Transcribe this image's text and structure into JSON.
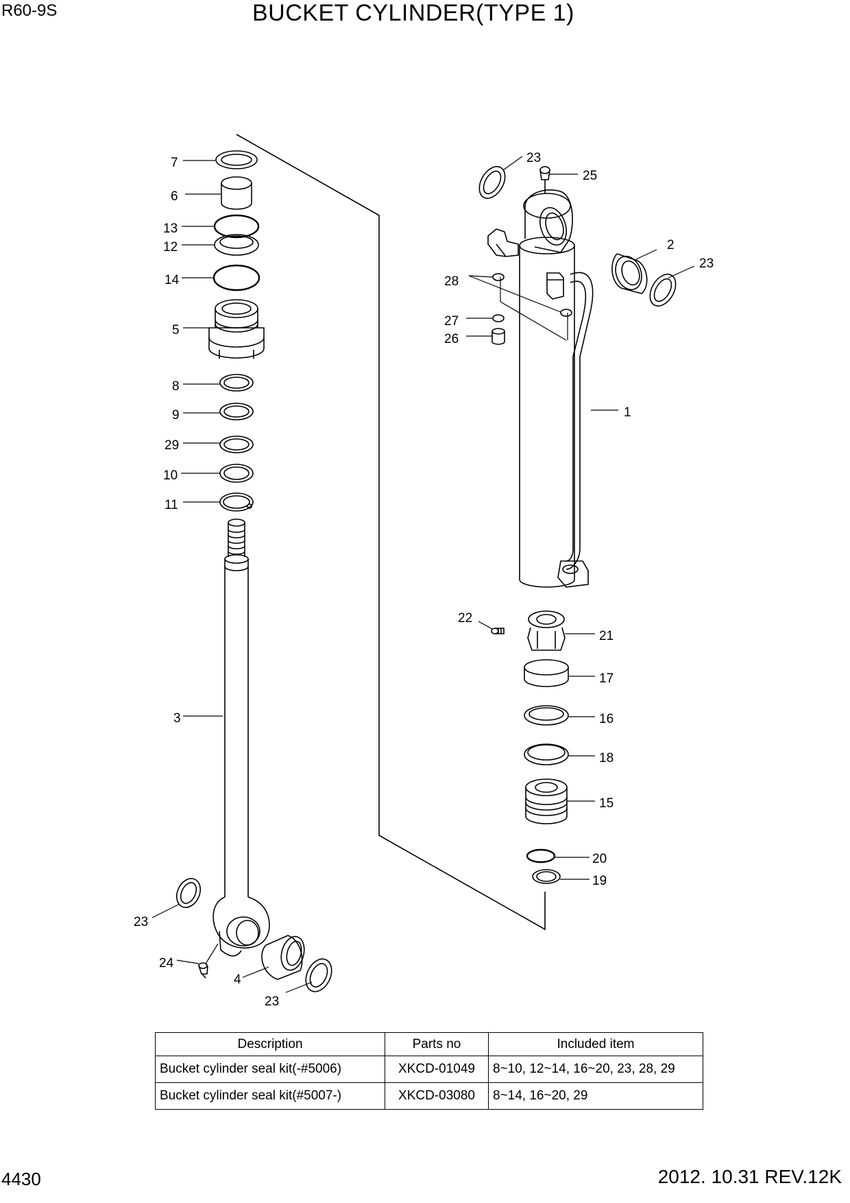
{
  "header": {
    "model": "R60-9S",
    "title": "BUCKET CYLINDER(TYPE 1)"
  },
  "footer": {
    "page_number": "4430",
    "revision": "2012. 10.31  REV.12K"
  },
  "callouts": [
    "7",
    "6",
    "13",
    "12",
    "14",
    "5",
    "8",
    "9",
    "29",
    "10",
    "11",
    "3",
    "23",
    "24",
    "4",
    "23",
    "23",
    "25",
    "2",
    "23",
    "28",
    "27",
    "26",
    "1",
    "22",
    "21",
    "17",
    "16",
    "18",
    "15",
    "20",
    "19"
  ],
  "table": {
    "headers": [
      "Description",
      "Parts no",
      "Included item"
    ],
    "rows": [
      [
        "Bucket cylinder seal kit(-#5006)",
        "XKCD-01049",
        "8~10, 12~14, 16~20, 23, 28, 29"
      ],
      [
        "Bucket cylinder seal kit(#5007-)",
        "XKCD-03080",
        "8~14, 16~20, 29"
      ]
    ]
  }
}
